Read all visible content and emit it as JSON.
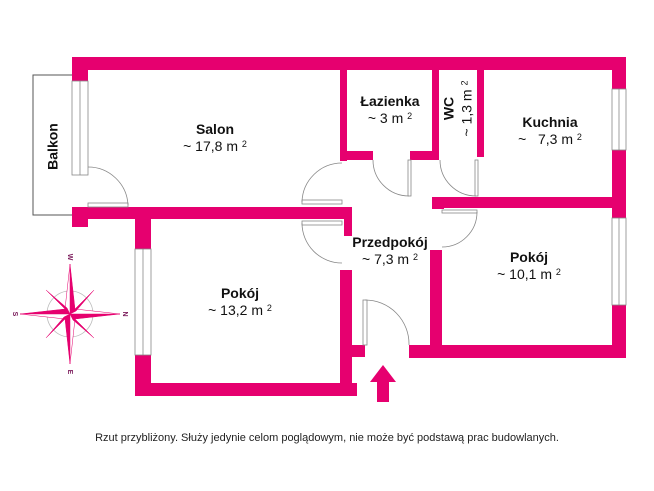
{
  "floor_plan": {
    "wall_color": "#e6006f",
    "rooms": [
      {
        "id": "salon",
        "name": "Salon",
        "area_prefix": "~",
        "area_value": "17,8",
        "area_unit": "m",
        "area_exp": "2"
      },
      {
        "id": "lazienka",
        "name": "Łazienka",
        "area_prefix": "~",
        "area_value": "3",
        "area_unit": "m",
        "area_exp": "2"
      },
      {
        "id": "wc",
        "name": "WC",
        "area_prefix": "~",
        "area_value": "1,3",
        "area_unit": "m",
        "area_exp": "2"
      },
      {
        "id": "kuchnia",
        "name": "Kuchnia",
        "area_prefix": "~",
        "area_value": "7,3",
        "area_unit": "m",
        "area_exp": "2"
      },
      {
        "id": "przedpokoj",
        "name": "Przedpokój",
        "area_prefix": "~",
        "area_value": "7,3",
        "area_unit": "m",
        "area_exp": "2"
      },
      {
        "id": "pokoj-left",
        "name": "Pokój",
        "area_prefix": "~",
        "area_value": "13,2",
        "area_unit": "m",
        "area_exp": "2"
      },
      {
        "id": "pokoj-right",
        "name": "Pokój",
        "area_prefix": "~",
        "area_value": "10,1",
        "area_unit": "m",
        "area_exp": "2"
      }
    ],
    "balcony": {
      "name": "Balkon"
    },
    "entrance": {
      "icon": "entrance-arrow-icon"
    },
    "compass": {
      "icon": "compass-rose-icon",
      "north": "N",
      "south": "S",
      "east": "E",
      "west": "W"
    }
  },
  "disclaimer": "Rzut przybliżony. Służy jedynie celom poglądowym, nie może być podstawą prac budowlanych."
}
